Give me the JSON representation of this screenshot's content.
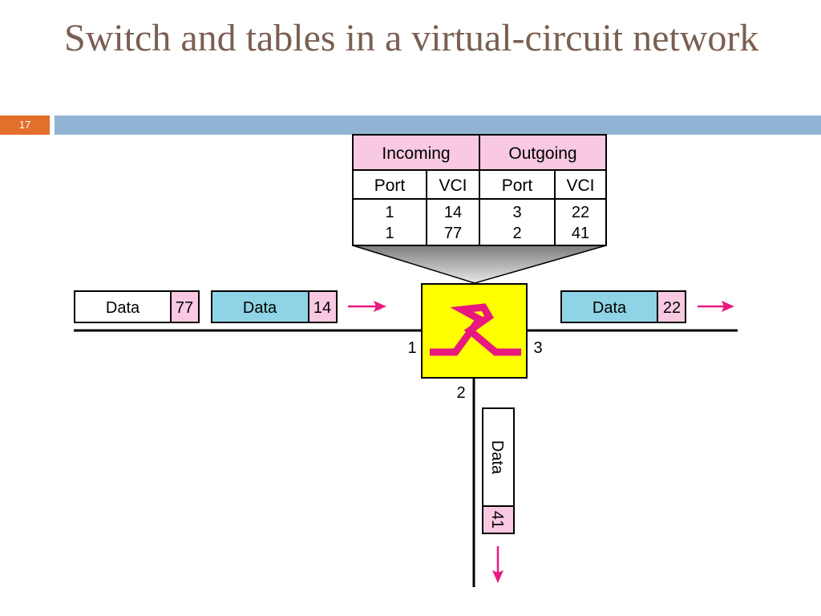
{
  "slide": {
    "title": "Switch and tables in a virtual-circuit network",
    "number": "17"
  },
  "table": {
    "headers": [
      "Incoming",
      "Outgoing"
    ],
    "subheaders": [
      "Port",
      "VCI",
      "Port",
      "VCI"
    ],
    "rows": [
      [
        "1",
        "14",
        "3",
        "22"
      ],
      [
        "1",
        "77",
        "2",
        "41"
      ]
    ]
  },
  "frames": {
    "data_label": "Data",
    "incoming_1_vci": "77",
    "incoming_2_vci": "14",
    "outgoing_port3_vci": "22",
    "outgoing_port2_vci": "41"
  },
  "ports": {
    "p1": "1",
    "p2": "2",
    "p3": "3"
  },
  "colors": {
    "table_header": "#f8c9e1",
    "frame_data_blue": "#8fd4e6",
    "vci_pink": "#f8c9e1",
    "switch_yellow": "#ffff00",
    "arrow_magenta": "#e8197e",
    "funnel_gray": "#8a8a8a"
  }
}
